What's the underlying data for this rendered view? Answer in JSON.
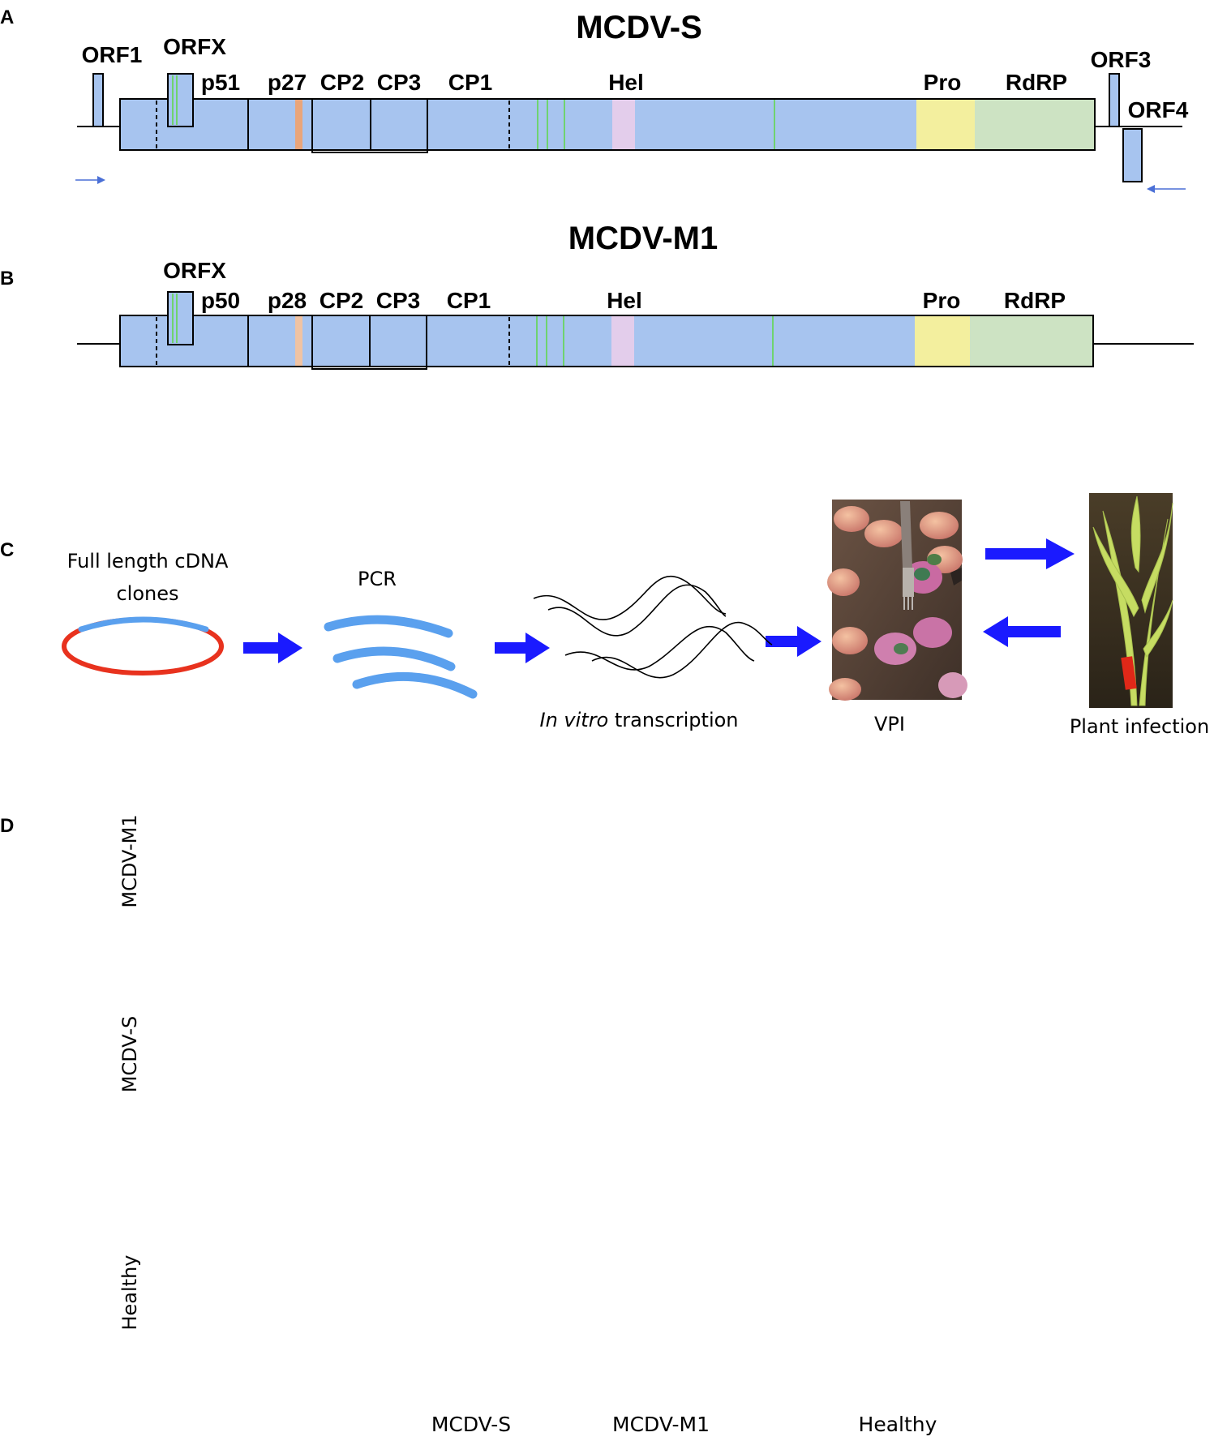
{
  "panels": {
    "a": "A",
    "b": "B",
    "c": "C",
    "d": "D"
  },
  "genome_s": {
    "title": "MCDV-S",
    "labels": {
      "orf1": "ORF1",
      "orfx": "ORFX",
      "p51": "p51",
      "p27": "p27",
      "cp2": "CP2",
      "cp3": "CP3",
      "cp1": "CP1",
      "hel": "Hel",
      "pro": "Pro",
      "rdrp": "RdRP",
      "orf3": "ORF3",
      "orf4": "ORF4"
    }
  },
  "genome_m1": {
    "title": "MCDV-M1",
    "labels": {
      "orfx": "ORFX",
      "p50": "p50",
      "p28": "p28",
      "cp2": "CP2",
      "cp3": "CP3",
      "cp1": "CP1",
      "hel": "Hel",
      "pro": "Pro",
      "rdrp": "RdRP"
    }
  },
  "workflow": {
    "clones_line1": "Full length cDNA",
    "clones_line2": "clones",
    "pcr": "PCR",
    "ivt_italic": "In vitro",
    "ivt_rest": " transcription",
    "vpi": "VPI",
    "plant": "Plant infection"
  },
  "photos": {
    "leaf_labels": [
      "MCDV-M1",
      "MCDV-S",
      "Healthy"
    ],
    "plant_labels": [
      "MCDV-S",
      "MCDV-M1",
      "Healthy"
    ]
  },
  "colors": {
    "polyprotein": "#a7c4ef",
    "protease": "#f3ef9e",
    "rdrp": "#cde3c3",
    "helicase": "#e3cdeb",
    "motif_green": "#6fd36f",
    "p27_orange": "#e9a57a",
    "arrow_blue": "#1a1aff",
    "primer_blue": "#4a6fd6",
    "plasmid_red": "#e8321e",
    "insert_blue": "#5aa0ee"
  }
}
